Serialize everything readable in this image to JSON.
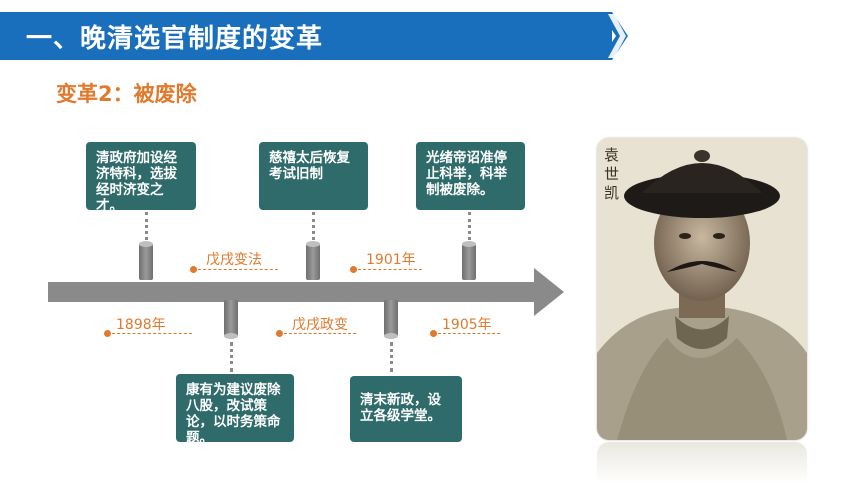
{
  "header": {
    "title": "一、晚清选官制度的变革",
    "bg_color": "#1a6fbd"
  },
  "subtitle": "变革2：被废除",
  "timeline": {
    "events_top": [
      {
        "text": "清政府加设经济特科，选拔经时济变之才。"
      },
      {
        "text": "慈禧太后恢复考试旧制"
      },
      {
        "text": "光绪帝诏准停止科举，科举制被废除。"
      }
    ],
    "events_bottom": [
      {
        "text": "康有为建议废除八股，改试策论，以时务策命题。"
      },
      {
        "text": "清末新政，设立各级学堂。"
      }
    ],
    "labels": [
      "1898年",
      "戊戌变法",
      "戊戌政变",
      "1901年",
      "1905年"
    ]
  },
  "portrait": {
    "caption": "袁世凯"
  },
  "colors": {
    "box": "#2e6b6a",
    "accent": "#e07a2e",
    "arrow": "#8a8a8a"
  }
}
